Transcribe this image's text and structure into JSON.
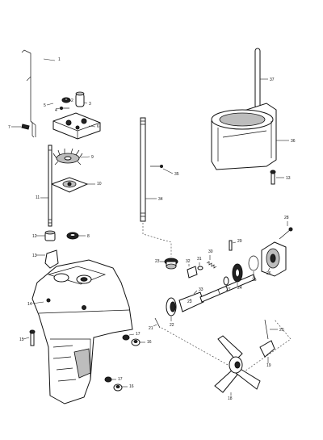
{
  "diagram": {
    "type": "exploded-parts-diagram",
    "callouts": [
      {
        "id": "c1",
        "label": "1"
      },
      {
        "id": "c2",
        "label": "2"
      },
      {
        "id": "c3",
        "label": "3"
      },
      {
        "id": "c4",
        "label": "4"
      },
      {
        "id": "c5",
        "label": "5"
      },
      {
        "id": "c6",
        "label": "6"
      },
      {
        "id": "c7",
        "label": "7"
      },
      {
        "id": "c8",
        "label": "8"
      },
      {
        "id": "c9",
        "label": "9"
      },
      {
        "id": "c10",
        "label": "10"
      },
      {
        "id": "c11",
        "label": "11"
      },
      {
        "id": "c12",
        "label": "12"
      },
      {
        "id": "c13",
        "label": "13"
      },
      {
        "id": "c13b",
        "label": "13"
      },
      {
        "id": "c14",
        "label": "14"
      },
      {
        "id": "c15",
        "label": "15"
      },
      {
        "id": "c16",
        "label": "16"
      },
      {
        "id": "c16b",
        "label": "16"
      },
      {
        "id": "c17",
        "label": "17"
      },
      {
        "id": "c17b",
        "label": "17"
      },
      {
        "id": "c18",
        "label": "18"
      },
      {
        "id": "c19",
        "label": "19"
      },
      {
        "id": "c20",
        "label": "20"
      },
      {
        "id": "c21",
        "label": "21"
      },
      {
        "id": "c22",
        "label": "22"
      },
      {
        "id": "c23",
        "label": "23"
      },
      {
        "id": "c23b",
        "label": "23"
      },
      {
        "id": "c24",
        "label": "24"
      },
      {
        "id": "c25",
        "label": "25"
      },
      {
        "id": "c26",
        "label": "26"
      },
      {
        "id": "c27",
        "label": "27"
      },
      {
        "id": "c28",
        "label": "28"
      },
      {
        "id": "c29",
        "label": "29"
      },
      {
        "id": "c30",
        "label": "30"
      },
      {
        "id": "c31",
        "label": "31"
      },
      {
        "id": "c32",
        "label": "32"
      },
      {
        "id": "c33",
        "label": "33"
      },
      {
        "id": "c34",
        "label": "34"
      },
      {
        "id": "c35",
        "label": "35"
      },
      {
        "id": "c36",
        "label": "36"
      },
      {
        "id": "c37",
        "label": "37"
      }
    ]
  }
}
